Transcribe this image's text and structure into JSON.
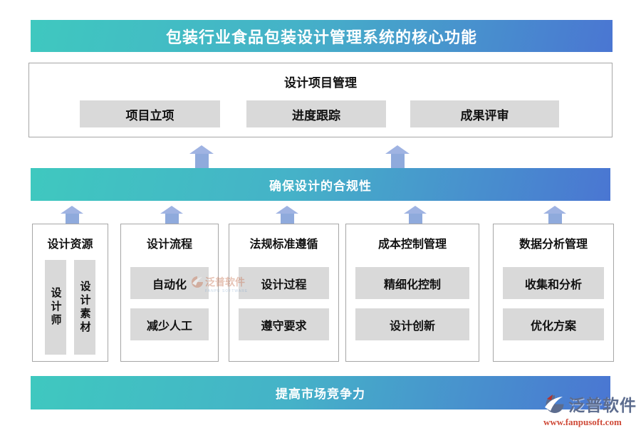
{
  "banner": {
    "title": "包装行业食品包装设计管理系统的核心功能"
  },
  "top_box": {
    "title": "设计项目管理",
    "buttons": [
      "项目立项",
      "进度跟踪",
      "成果评审"
    ]
  },
  "mid_bar": {
    "label": "确保设计的合规性"
  },
  "columns": [
    {
      "title": "设计资源",
      "vertical_items": [
        "设计师",
        "设计素材"
      ]
    },
    {
      "title": "设计流程",
      "items": [
        "自动化",
        "减少人工"
      ]
    },
    {
      "title": "法规标准遵循",
      "items": [
        "设计过程",
        "遵守要求"
      ]
    },
    {
      "title": "成本控制管理",
      "items": [
        "精细化控制",
        "设计创新"
      ]
    },
    {
      "title": "数据分析管理",
      "items": [
        "收集和分析",
        "优化方案"
      ]
    }
  ],
  "bottom_bar": {
    "label": "提高市场竞争力"
  },
  "watermark": {
    "name": "泛普软件",
    "subtext": "FANPU SOFTWARE"
  },
  "logo": {
    "name": "泛普软件",
    "url": "www.fanpusoft.com"
  },
  "colors": {
    "gradient_teal": "#3fc8bf",
    "gradient_blue": "#4a76d2",
    "arrow_blue": "#8faadc",
    "button_gray": "#d9d9d9",
    "border_gray": "#a6a6a6",
    "logo_text": "#5c6c8e",
    "logo_url_red": "#cf4a38"
  }
}
